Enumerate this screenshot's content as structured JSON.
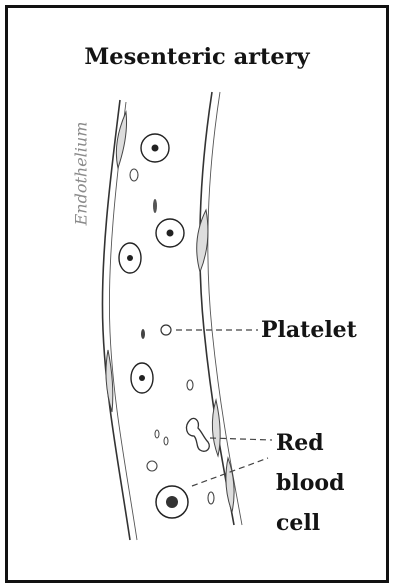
{
  "title": "Mesenteric artery",
  "labels": {
    "endothelium": "Endothelium",
    "platelet": "Platelet",
    "red_blood_cell": [
      "Red",
      "blood",
      "cell"
    ]
  },
  "colors": {
    "ink": "#141414",
    "sketch": "#333333",
    "endothelium_label": "#8a8a8a"
  }
}
